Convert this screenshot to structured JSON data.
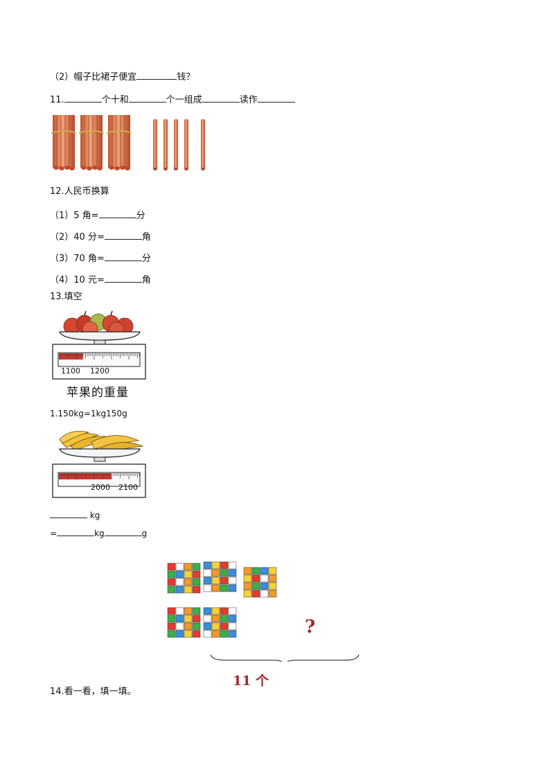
{
  "q10_part2": {
    "text_before": "（2）帽子比裙子便宜",
    "text_after": "钱？"
  },
  "q11": {
    "prefix": "11.",
    "t1": "个十和",
    "t2": "个一组成",
    "t3": "读作"
  },
  "q12": {
    "title": "12.人民币换算",
    "items": [
      {
        "left": "（1）5 角=",
        "unit": "分"
      },
      {
        "left": "（2）40 分=",
        "unit": "角"
      },
      {
        "left": "（3）70 角=",
        "unit": "分"
      },
      {
        "left": "（4）10 元=",
        "unit": "角"
      }
    ]
  },
  "q13": {
    "title": "13.填空",
    "apple_scale": {
      "tick1": "1100",
      "tick2": "1200",
      "caption": "苹果的重量",
      "fill_fraction": 0.3
    },
    "example": "1.150kg=1kg150g",
    "banana_scale": {
      "tick1": "2000",
      "tick2": "2100",
      "fill_fraction": 0.65
    },
    "answer_line1_unit": "kg",
    "answer_line2_prefix": "=",
    "answer_line2_unit1": "kg",
    "answer_line2_unit2": "g"
  },
  "cubes": {
    "question_mark": "?",
    "total": "11 个"
  },
  "q14": {
    "title": "14.看一看，填一填。"
  }
}
